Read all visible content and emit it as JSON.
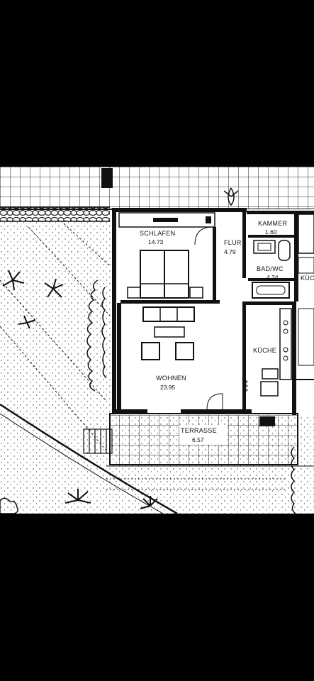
{
  "rooms": [
    {
      "id": "schlafen",
      "name": "SCHLAFEN",
      "area": "14.73"
    },
    {
      "id": "flur",
      "name": "FLUR",
      "area": "4.79"
    },
    {
      "id": "kammer",
      "name": "KAMMER",
      "area": "1.60"
    },
    {
      "id": "bad",
      "name": "BAD/WC",
      "area": "4.24"
    },
    {
      "id": "kueche",
      "name": "KÜCHE",
      "area": ""
    },
    {
      "id": "wohnen",
      "name": "WOHNEN",
      "area": "23.95"
    },
    {
      "id": "terrasse",
      "name": "TERRASSE",
      "area": "6.57"
    },
    {
      "id": "neighbor",
      "name": "KÜC",
      "area": ""
    }
  ],
  "colors": {
    "background": "#000000",
    "paper": "#ffffff",
    "ink": "#111111"
  }
}
